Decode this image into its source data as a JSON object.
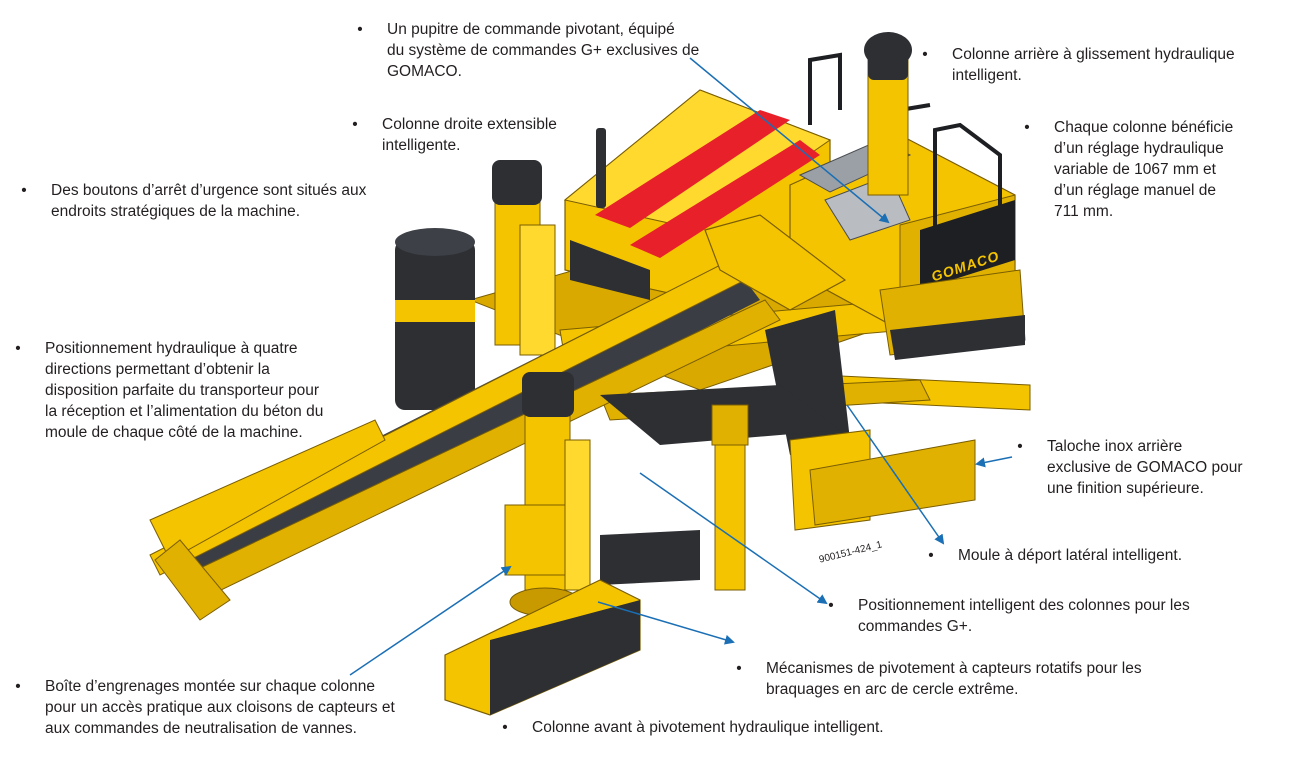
{
  "colors": {
    "machine_yellow": "#f5c400",
    "machine_yellow_dark": "#c99a00",
    "machine_yellow_light": "#ffd92e",
    "belt_dark": "#3a3d44",
    "stripe_red": "#e8202a",
    "leader_blue": "#1b6fb5",
    "text": "#231f20"
  },
  "bullet": "•",
  "drawing_code": "900151-424_1",
  "brand_mark": "GOMACO",
  "callouts": [
    {
      "id": "pupitre",
      "text": "Un pupitre de commande pivotant, équipé\ndu système de commandes G+ exclusives de\nGOMACO."
    },
    {
      "id": "colonne-arriere",
      "text": "Colonne arrière à glissement hydraulique\nintelligent."
    },
    {
      "id": "colonne-droite",
      "text": "Colonne droite extensible\nintelligente."
    },
    {
      "id": "reglage",
      "text": "Chaque colonne bénéficie\nd’un réglage hydraulique\nvariable de 1067 mm et\nd’un réglage manuel de\n711 mm."
    },
    {
      "id": "arret-urgence",
      "text": "Des boutons d’arrêt d’urgence sont situés aux\nendroits stratégiques de la machine."
    },
    {
      "id": "positionnement-hydraulique",
      "text": "Positionnement hydraulique à quatre\ndirections permettant d’obtenir la\ndisposition parfaite du transporteur pour\nla réception et l’alimentation du béton du\nmoule de chaque côté de la machine."
    },
    {
      "id": "taloche",
      "text": "Taloche inox arrière\nexclusive de GOMACO pour\nune finition supérieure."
    },
    {
      "id": "moule",
      "text": "Moule à déport latéral intelligent."
    },
    {
      "id": "positionnement-colonnes",
      "text": "Positionnement intelligent des colonnes pour les\ncommandes G+."
    },
    {
      "id": "mecanismes",
      "text": "Mécanismes de pivotement à capteurs rotatifs pour les\nbraquages en arc de cercle extrême."
    },
    {
      "id": "boite-engrenages",
      "text": "Boîte d’engrenages montée sur chaque colonne\npour un accès pratique aux cloisons de capteurs et\naux commandes de neutralisation de vannes."
    },
    {
      "id": "colonne-avant",
      "text": "Colonne avant à pivotement hydraulique intelligent."
    }
  ]
}
